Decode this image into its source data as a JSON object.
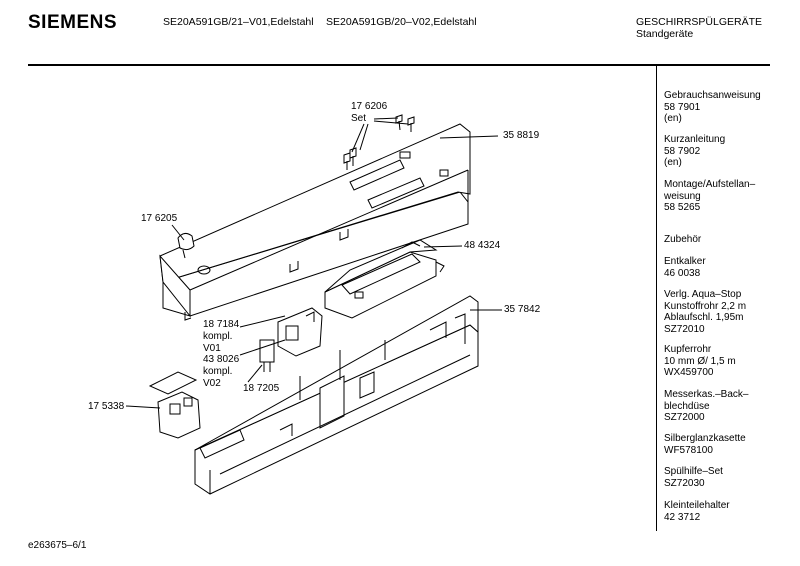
{
  "header": {
    "brand": "SIEMENS",
    "model_1": "SE20A591GB/21–V01,Edelstahl",
    "model_2": "SE20A591GB/20–V02,Edelstahl",
    "category": "GESCHIRRSPÜLGERÄTE",
    "subcategory": "Standgeräte"
  },
  "diagram": {
    "labels": {
      "p176206": "17 6206",
      "set": "Set",
      "p358819": "35 8819",
      "p176205": "17 6205",
      "p484324": "48 4324",
      "p357842": "35 7842",
      "p187184": "18 7184",
      "kompl1": "kompl.",
      "v01": "V01",
      "p438026": "43 8026",
      "kompl2": "kompl.",
      "v02": "V02",
      "p187205": "18 7205",
      "p175338": "17 5338"
    }
  },
  "sidebar": [
    {
      "lines": [
        "Gebrauchsanweisung",
        "58 7901",
        "(en)"
      ]
    },
    {
      "lines": [
        "Kurzanleitung",
        "58 7902",
        "(en)"
      ]
    },
    {
      "lines": [
        "Montage/Aufstellan–",
        "weisung",
        "58 5265"
      ]
    },
    {
      "lines": [
        "Zubehör"
      ]
    },
    {
      "lines": [
        "Entkalker",
        "46 0038"
      ]
    },
    {
      "lines": [
        "Verlg. Aqua–Stop",
        "Kunstoffrohr 2,2 m",
        "Ablaufschl. 1,95m",
        "SZ72010"
      ]
    },
    {
      "lines": [
        "Kupferrohr",
        "10 mm Ø/ 1,5 m",
        "WX459700"
      ]
    },
    {
      "lines": [
        "Messerkas.–Back–",
        "blechdüse",
        "SZ72000"
      ]
    },
    {
      "lines": [
        "Silberglanzkasette",
        "WF578100"
      ]
    },
    {
      "lines": [
        "Spülhilfe–Set",
        "SZ72030"
      ]
    },
    {
      "lines": [
        "Kleinteilehalter",
        "42 3712"
      ]
    }
  ],
  "footer": {
    "code": "e263675–6/1"
  }
}
